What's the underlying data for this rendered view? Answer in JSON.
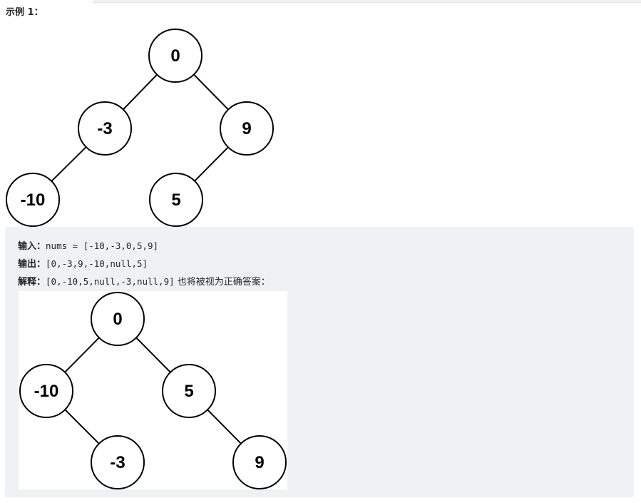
{
  "heading": "示例 1：",
  "tree_main": {
    "nodes": [
      "0",
      "-3",
      "9",
      "-10",
      "5"
    ],
    "edges": [
      [
        0,
        1
      ],
      [
        0,
        2
      ],
      [
        1,
        3
      ],
      [
        2,
        4
      ]
    ]
  },
  "example": {
    "input_label": "输入：",
    "input_value": "nums = [-10,-3,0,5,9]",
    "output_label": "输出：",
    "output_value": "[0,-3,9,-10,null,5]",
    "explain_label": "解释：",
    "explain_value": "[0,-10,5,null,-3,null,9]",
    "explain_text": " 也将被视为正确答案："
  },
  "tree_alt": {
    "nodes": [
      "0",
      "-10",
      "5",
      "-3",
      "9"
    ],
    "edges": [
      [
        0,
        1
      ],
      [
        0,
        2
      ],
      [
        1,
        3
      ],
      [
        2,
        4
      ]
    ]
  }
}
